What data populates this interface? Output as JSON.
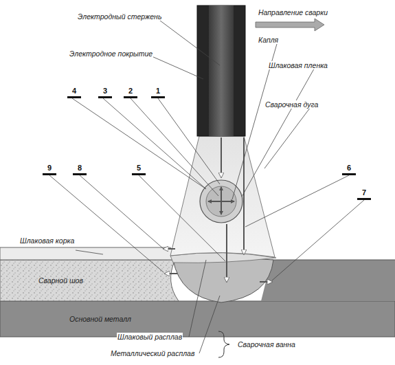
{
  "diagram": {
    "labels": [
      "Электродный стержень",
      "Направление сварки",
      "Электродное покрытие",
      "Капля",
      "Шлаковая пленка",
      "Сварочная дуга",
      "4",
      "3",
      "2",
      "1",
      "9",
      "8",
      "5",
      "6",
      "7",
      "Шлаковая корка",
      "Сварной шов",
      "Основной металл",
      "Шлаковый расплав",
      "Металлический расплав",
      "Сварочная ванна"
    ]
  }
}
